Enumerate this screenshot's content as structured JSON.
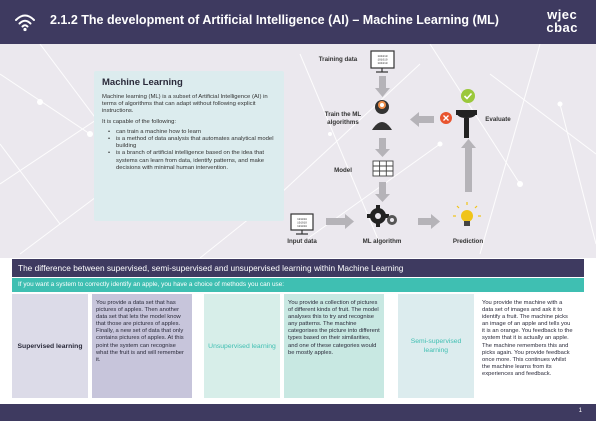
{
  "header": {
    "title": "2.1.2 The development of Artificial Intelligence (AI) – Machine Learning (ML)",
    "logo_line1": "wjec",
    "logo_line2": "cbac"
  },
  "ml_box": {
    "heading": "Machine Learning",
    "para1": "Machine learning (ML) is a subset of Artificial Intelligence (AI) in terms of algorithms that can adapt without following explicit instructions.",
    "para2": "It is capable of the following:",
    "bullets": [
      "can train a machine how to learn",
      "is a method of data analysis that automates analytical model building",
      "is a branch of artificial intelligence based on the idea that systems can learn from data, identify patterns, and make decisions with minimal human intervention."
    ]
  },
  "diagram": {
    "training_data": "Training data",
    "train_algorithms": "Train the ML algorithms",
    "evaluate": "Evaluate",
    "model": "Model",
    "input_data": "Input data",
    "ml_algorithm": "ML algorithm",
    "prediction": "Prediction",
    "binary": "101010 101010 101010"
  },
  "section": {
    "title": "The difference between supervised, semi-supervised and unsupervised learning within Machine Learning",
    "intro": "If you want a system to correctly identify an apple, you have a choice of methods you can use:"
  },
  "columns": [
    {
      "head": "Supervised learning",
      "body": "You provide a data set that has pictures of apples. Then another data set that lets the model know that those are pictures of apples. Finally, a new set of data that only contains pictures of apples. At this point the system can recognise what the fruit is and will remember it."
    },
    {
      "head": "Unsupervised learning",
      "body": "You provide a collection of pictures of different kinds of fruit. The model analyses this to try and recognise any patterns. The machine categorises the picture into different types based on their similarities, and one of these categories would be mostly apples."
    },
    {
      "head": "Semi-supervised learning",
      "body": "You provide the machine with a data set of images and ask it to identify a fruit. The machine picks an image of an apple and tells you it is an orange. You feedback to the system that it is actually an apple. The machine remembers this and picks again. You provide feedback once more. This continues whilst the machine learns from its experiences and feedback."
    }
  ],
  "footer": {
    "page": "1"
  },
  "colors": {
    "header": "#3e3a60",
    "teal": "#3fbfb2",
    "check": "#9bc83c",
    "cross": "#e8542f",
    "bulb": "#f0c419"
  }
}
